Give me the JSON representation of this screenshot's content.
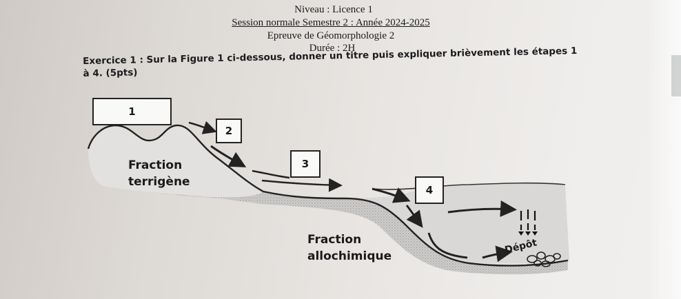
{
  "header": {
    "niveau": "Niveau : Licence 1",
    "session": "Session normale Semestre 2 : Année 2024-2025",
    "epreuve": "Epreuve de Géomorphologie 2",
    "duree": "Durée : 2H"
  },
  "exercise": {
    "text": "Exercice 1 : Sur la Figure 1 ci-dessous, donner un titre puis expliquer brièvement les étapes 1 à 4. (5pts)"
  },
  "figure": {
    "boxes": [
      "1",
      "2",
      "3",
      "4"
    ],
    "labels": {
      "fraction1": "Fraction",
      "terrigene": "terrigène",
      "fraction2": "Fraction",
      "allochimique": "allochimique",
      "depot": "Dépôt"
    }
  }
}
